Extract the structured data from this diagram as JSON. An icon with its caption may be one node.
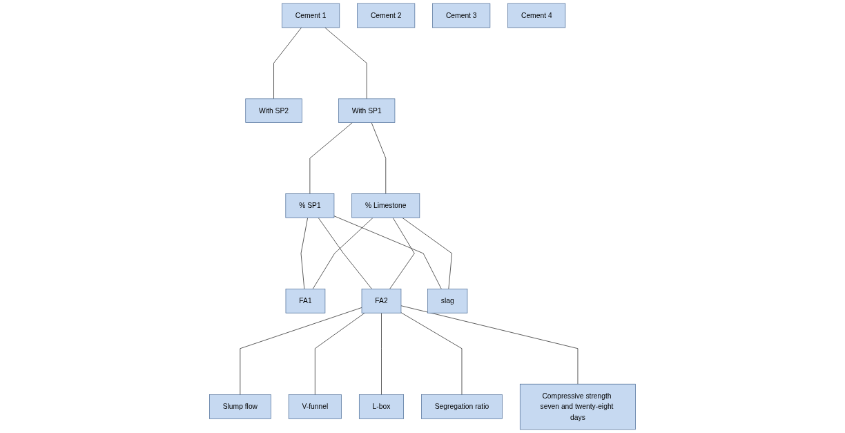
{
  "diagram": {
    "nodes": [
      {
        "text": [
          "Cement 1"
        ]
      },
      {
        "text": [
          "Cement 2"
        ]
      },
      {
        "text": [
          "Cement 3"
        ]
      },
      {
        "text": [
          "Cement 4"
        ]
      },
      {
        "text": [
          "With SP2"
        ]
      },
      {
        "text": [
          "With SP1"
        ]
      },
      {
        "text": [
          "% SP1"
        ]
      },
      {
        "text": [
          "% Limestone"
        ]
      },
      {
        "text": [
          "FA1"
        ]
      },
      {
        "text": [
          "FA2"
        ]
      },
      {
        "text": [
          "slag"
        ]
      },
      {
        "text": [
          "Slump flow"
        ]
      },
      {
        "text": [
          "V-funnel"
        ]
      },
      {
        "text": [
          "L-box"
        ]
      },
      {
        "text": [
          "Segregation ratio"
        ]
      },
      {
        "text": [
          "Compressive strength seven and twenty-eight days"
        ]
      }
    ],
    "edges": [
      {
        "from": 0,
        "to": 4,
        "arrow": "none"
      },
      {
        "from": 0,
        "to": 5,
        "arrow": "none"
      },
      {
        "from": 5,
        "to": 6,
        "arrow": "none"
      },
      {
        "from": 5,
        "to": 7,
        "arrow": "none"
      },
      {
        "from": 6,
        "to": 8,
        "arrow": "none"
      },
      {
        "from": 6,
        "to": 9,
        "arrow": "none"
      },
      {
        "from": 6,
        "to": 10,
        "arrow": "none"
      },
      {
        "from": 7,
        "to": 8,
        "arrow": "none"
      },
      {
        "from": 7,
        "to": 9,
        "arrow": "none"
      },
      {
        "from": 7,
        "to": 10,
        "arrow": "none"
      },
      {
        "from": 9,
        "to": 11,
        "arrow": "none"
      },
      {
        "from": 9,
        "to": 12,
        "arrow": "none"
      },
      {
        "from": 9,
        "to": 13,
        "arrow": "none"
      },
      {
        "from": 9,
        "to": 14,
        "arrow": "none"
      },
      {
        "from": 9,
        "to": 15,
        "arrow": "none"
      }
    ]
  }
}
